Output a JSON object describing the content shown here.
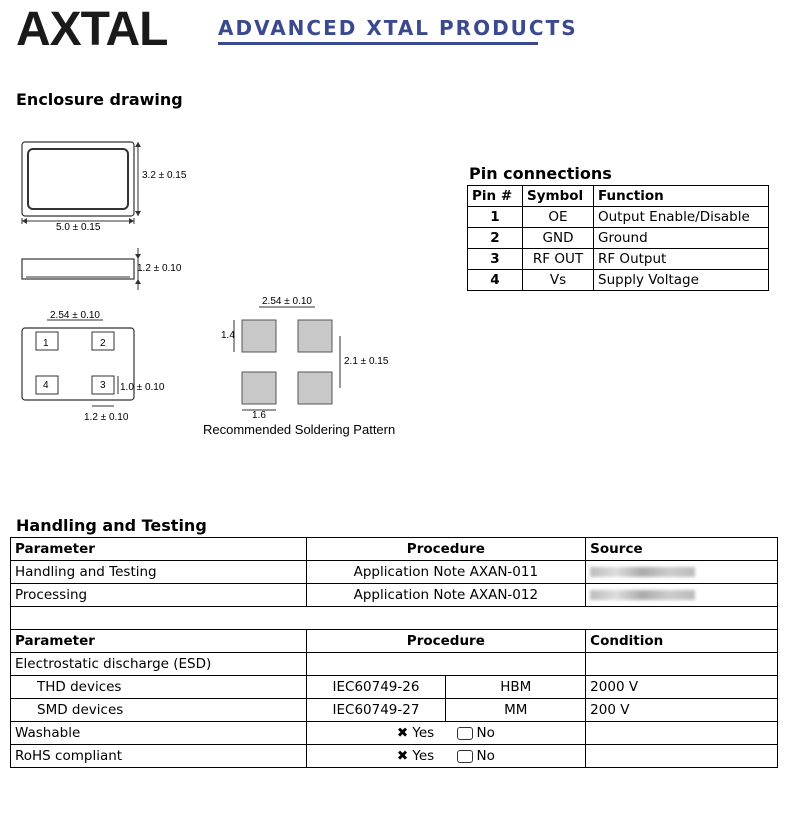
{
  "header": {
    "logo": "AXTAL",
    "tagline": "ADVANCED XTAL PRODUCTS"
  },
  "enclosure": {
    "title": "Enclosure drawing",
    "dims": {
      "height": "3.2 ± 0.15",
      "width": "5.0 ± 0.15",
      "thickness": "1.2 ± 0.10",
      "pin_pitch": "2.54 ± 0.10",
      "pad_height": "1.0 ± 0.10",
      "pad_width": "1.2 ± 0.10"
    },
    "pin_labels": [
      "1",
      "2",
      "4",
      "3"
    ],
    "solder": {
      "pitch": "2.54 ± 0.10",
      "pad_h": "1.4",
      "row_pitch": "2.1 ± 0.15",
      "pad_w": "1.6",
      "caption": "Recommended Soldering Pattern"
    }
  },
  "pins": {
    "title": "Pin connections",
    "headers": [
      "Pin #",
      "Symbol",
      "Function"
    ],
    "rows": [
      {
        "pin": "1",
        "symbol": "OE",
        "function": "Output Enable/Disable"
      },
      {
        "pin": "2",
        "symbol": "GND",
        "function": "Ground"
      },
      {
        "pin": "3",
        "symbol": "RF OUT",
        "function": "RF Output"
      },
      {
        "pin": "4",
        "symbol": "Vs",
        "function": "Supply Voltage"
      }
    ]
  },
  "handling": {
    "title": "Handling and Testing",
    "h1": [
      "Parameter",
      "Procedure",
      "Source"
    ],
    "rows1": [
      {
        "param": "Handling and Testing",
        "procedure": "Application Note AXAN-011"
      },
      {
        "param": "Processing",
        "procedure": "Application Note AXAN-012"
      }
    ],
    "h2": [
      "Parameter",
      "Procedure",
      "Condition"
    ],
    "esd": "Electrostatic discharge (ESD)",
    "esd_rows": [
      {
        "param": "THD devices",
        "std": "IEC60749-26",
        "model": "HBM",
        "cond": "2000 V"
      },
      {
        "param": "SMD devices",
        "std": "IEC60749-27",
        "model": "MM",
        "cond": "200 V"
      }
    ],
    "washable": {
      "param": "Washable",
      "yes": "Yes",
      "no": "No",
      "mark": "✖"
    },
    "rohs": {
      "param": "RoHS compliant",
      "yes": "Yes",
      "no": "No",
      "mark": "✖"
    }
  }
}
